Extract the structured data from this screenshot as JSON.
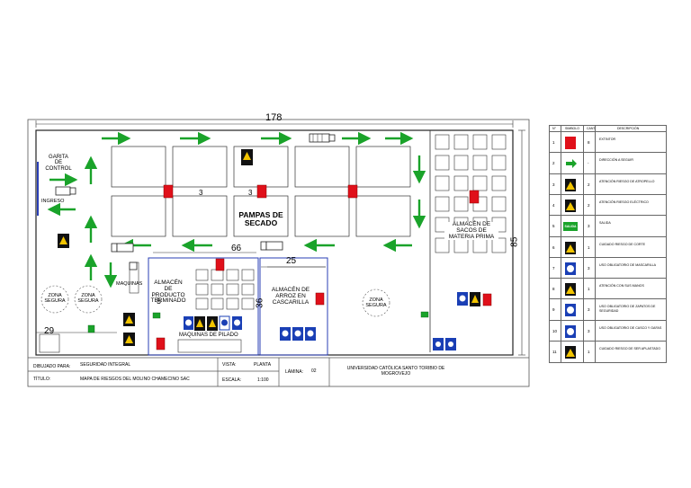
{
  "plan": {
    "dim_width": "178",
    "dim_height": "85",
    "dim_66": "66",
    "dim_25": "25",
    "dim_36": "36",
    "dim_29": "29",
    "dim_5": "5",
    "dim_3": "3",
    "garita": "GARITA\nDE\nCONTROL",
    "ingreso": "INGRESO",
    "pampas": "PAMPAS DE\nSECADO",
    "almacen_sacos": "ALMACÉN DE\nSACOS DE\nMATERIA PRIMA",
    "almacen_producto": "ALMACÉN\nDE\nPRODUCTO\nTERMINADO",
    "almacen_arroz": "ALMACÉN DE\nARROZ EN\nCASCARILLA",
    "maquinas": "MAQUINAS DE PILADO",
    "maquinas_small": "MAQUINAS",
    "zona_segura": "ZONA\nSEGURA",
    "colors": {
      "extinguisher": "#e0101a",
      "arrow": "#1aa32a",
      "mandatory": "#1a3fb5",
      "danger": "#f2c400",
      "frame": "#333333"
    }
  },
  "title_block": {
    "dibujado_label": "DIBUJADO PARA:",
    "dibujado_value": "SEGURIDAD INTEGRAL",
    "titulo_label": "TÍTULO:",
    "titulo_value": "MAPA DE RIESGOS DEL MOLINO CHAMECINO SAC",
    "vista_label": "VISTA:",
    "vista_value": "PLANTA",
    "escala_label": "ESCALA:",
    "escala_value": "1:100",
    "lamina_label": "LÁMINA:",
    "lamina_value": "02",
    "institution": "UNIVERSIDAD CATÓLICA SANTO TORIBIO DE\nMOGROVEJO"
  },
  "legend": {
    "headers": [
      "N°",
      "SIMBOLO",
      "CANT",
      "DESCRIPCIÓN"
    ],
    "rows": [
      {
        "n": "1",
        "cant": "8",
        "desc": "EXTINTOR",
        "icon": "extinguisher-icon"
      },
      {
        "n": "2",
        "cant": "-",
        "desc": "DIRECCIÓN A SEGUIR",
        "icon": "arrow-icon"
      },
      {
        "n": "3",
        "cant": "2",
        "desc": "ATENCIÓN RIESGO DE ATROPELLO",
        "icon": "warning-icon"
      },
      {
        "n": "4",
        "cant": "2",
        "desc": "ATENCIÓN RIESGO ELÉCTRICO",
        "icon": "electric-warning-icon"
      },
      {
        "n": "5",
        "cant": "3",
        "desc": "SALIDA",
        "icon": "exit-sign-icon",
        "sign_text": "SALIDA"
      },
      {
        "n": "6",
        "cant": "1",
        "desc": "CUIDADO RIESGO DE CORTE",
        "icon": "cut-warning-icon"
      },
      {
        "n": "7",
        "cant": "3",
        "desc": "USO OBLIGATORIO DE MASCARILLA",
        "icon": "mask-mandatory-icon"
      },
      {
        "n": "8",
        "cant": "1",
        "desc": "ATENCIÓN CON SUS MANOS",
        "icon": "hands-warning-icon"
      },
      {
        "n": "9",
        "cant": "3",
        "desc": "USO OBLIGATORIO DE ZAPATOS DE SEGURIDAD",
        "icon": "boots-mandatory-icon"
      },
      {
        "n": "10",
        "cant": "3",
        "desc": "USO OBLIGATORIO DE CASCO Y GAFAS",
        "icon": "helmet-mandatory-icon"
      },
      {
        "n": "11",
        "cant": "1",
        "desc": "CUIDADO RIESGO DE SER APLASTADO",
        "icon": "crush-warning-icon"
      }
    ]
  }
}
